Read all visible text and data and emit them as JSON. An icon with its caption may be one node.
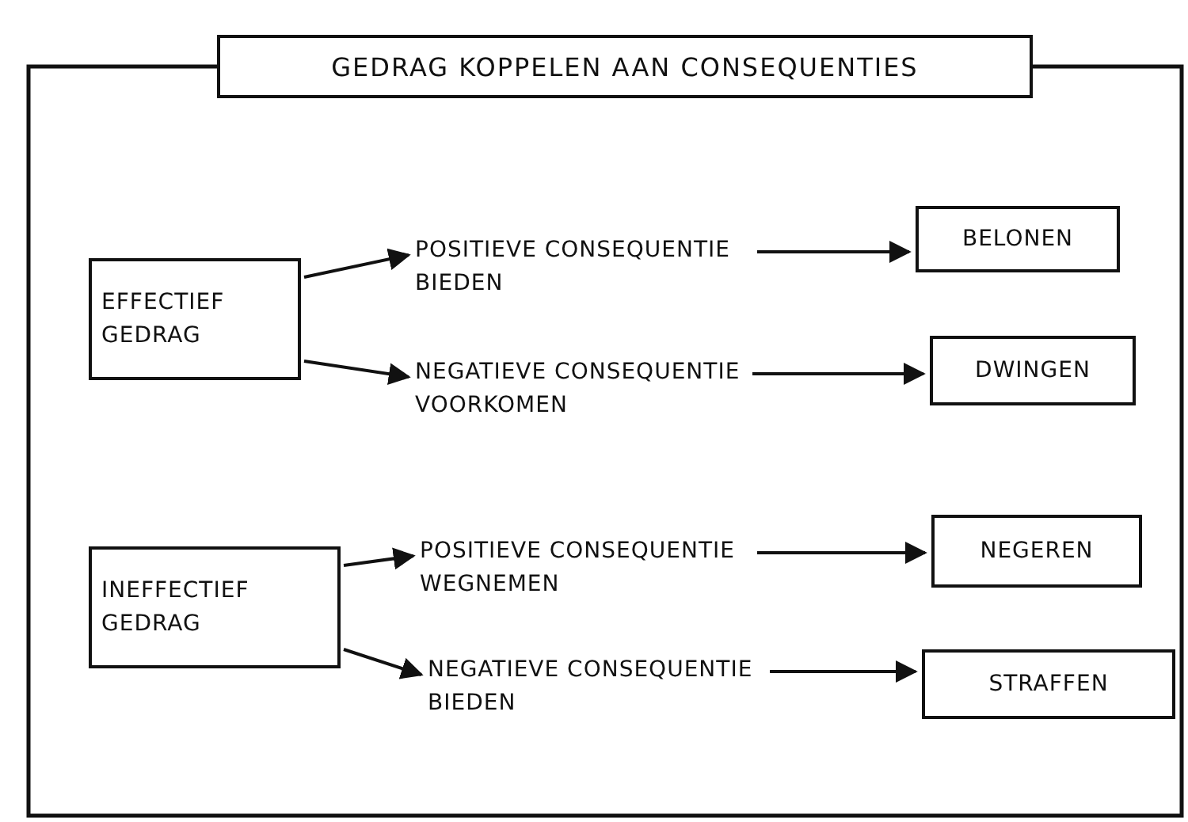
{
  "diagram": {
    "title": "GEDRAG KOPPELEN AAN CONSEQUENTIES",
    "nodes": [
      {
        "text": [
          "EFFECTIEF GEDRAG"
        ]
      },
      {
        "text": [
          "POSITIEVE CONSEQUENTIE BIEDEN"
        ]
      },
      {
        "text": [
          "BELONEN"
        ]
      },
      {
        "text": [
          "NEGATIEVE CONSEQUENTIE VOORKOMEN"
        ]
      },
      {
        "text": [
          "DWINGEN"
        ]
      },
      {
        "text": [
          "INEFFECTIEF GEDRAG"
        ]
      },
      {
        "text": [
          "POSITIEVE CONSEQUENTIE WEGNEMEN"
        ]
      },
      {
        "text": [
          "NEGEREN"
        ]
      },
      {
        "text": [
          "NEGATIEVE CONSEQUENTIE BIEDEN"
        ]
      },
      {
        "text": [
          "STRAFFEN"
        ]
      }
    ],
    "edges": [
      {
        "from": 0,
        "to": 1,
        "arrow": "to"
      },
      {
        "from": 1,
        "to": 2,
        "arrow": "to"
      },
      {
        "from": 0,
        "to": 3,
        "arrow": "to"
      },
      {
        "from": 3,
        "to": 4,
        "arrow": "to"
      },
      {
        "from": 5,
        "to": 6,
        "arrow": "to"
      },
      {
        "from": 6,
        "to": 7,
        "arrow": "to"
      },
      {
        "from": 5,
        "to": 8,
        "arrow": "to"
      },
      {
        "from": 8,
        "to": 9,
        "arrow": "to"
      }
    ]
  }
}
